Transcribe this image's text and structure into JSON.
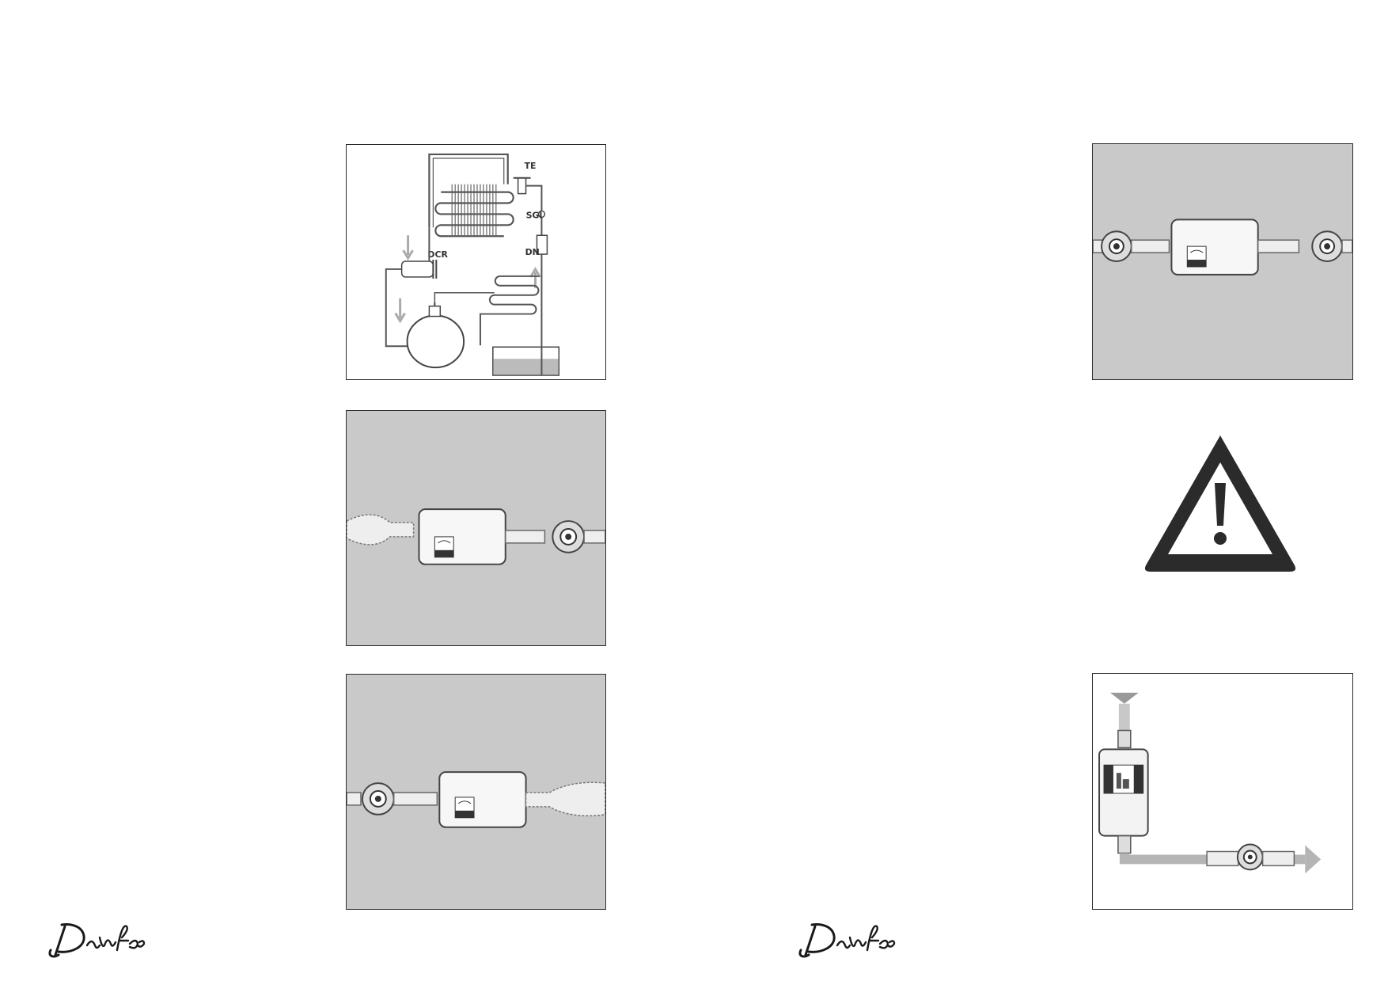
{
  "brand": "Danfoss",
  "schematic": {
    "labels": {
      "te": "TE",
      "sgi": "SGI",
      "dn": "DN",
      "dcr": "DCR"
    }
  },
  "panels": {
    "schematic": "refrigeration-circuit",
    "inlet": "filter-drier-inlet-side-valve",
    "outlet": "filter-drier-outlet-side-valve",
    "both": "filter-drier-both-valves",
    "vertical": "filter-drier-vertical-with-flow"
  },
  "warning_icon": "warning-triangle-icon",
  "colors": {
    "panel_gray": "#c9c9c9",
    "line": "#555555",
    "warning": "#2b2b2b",
    "flow_arrow": "#b5b5b5"
  }
}
